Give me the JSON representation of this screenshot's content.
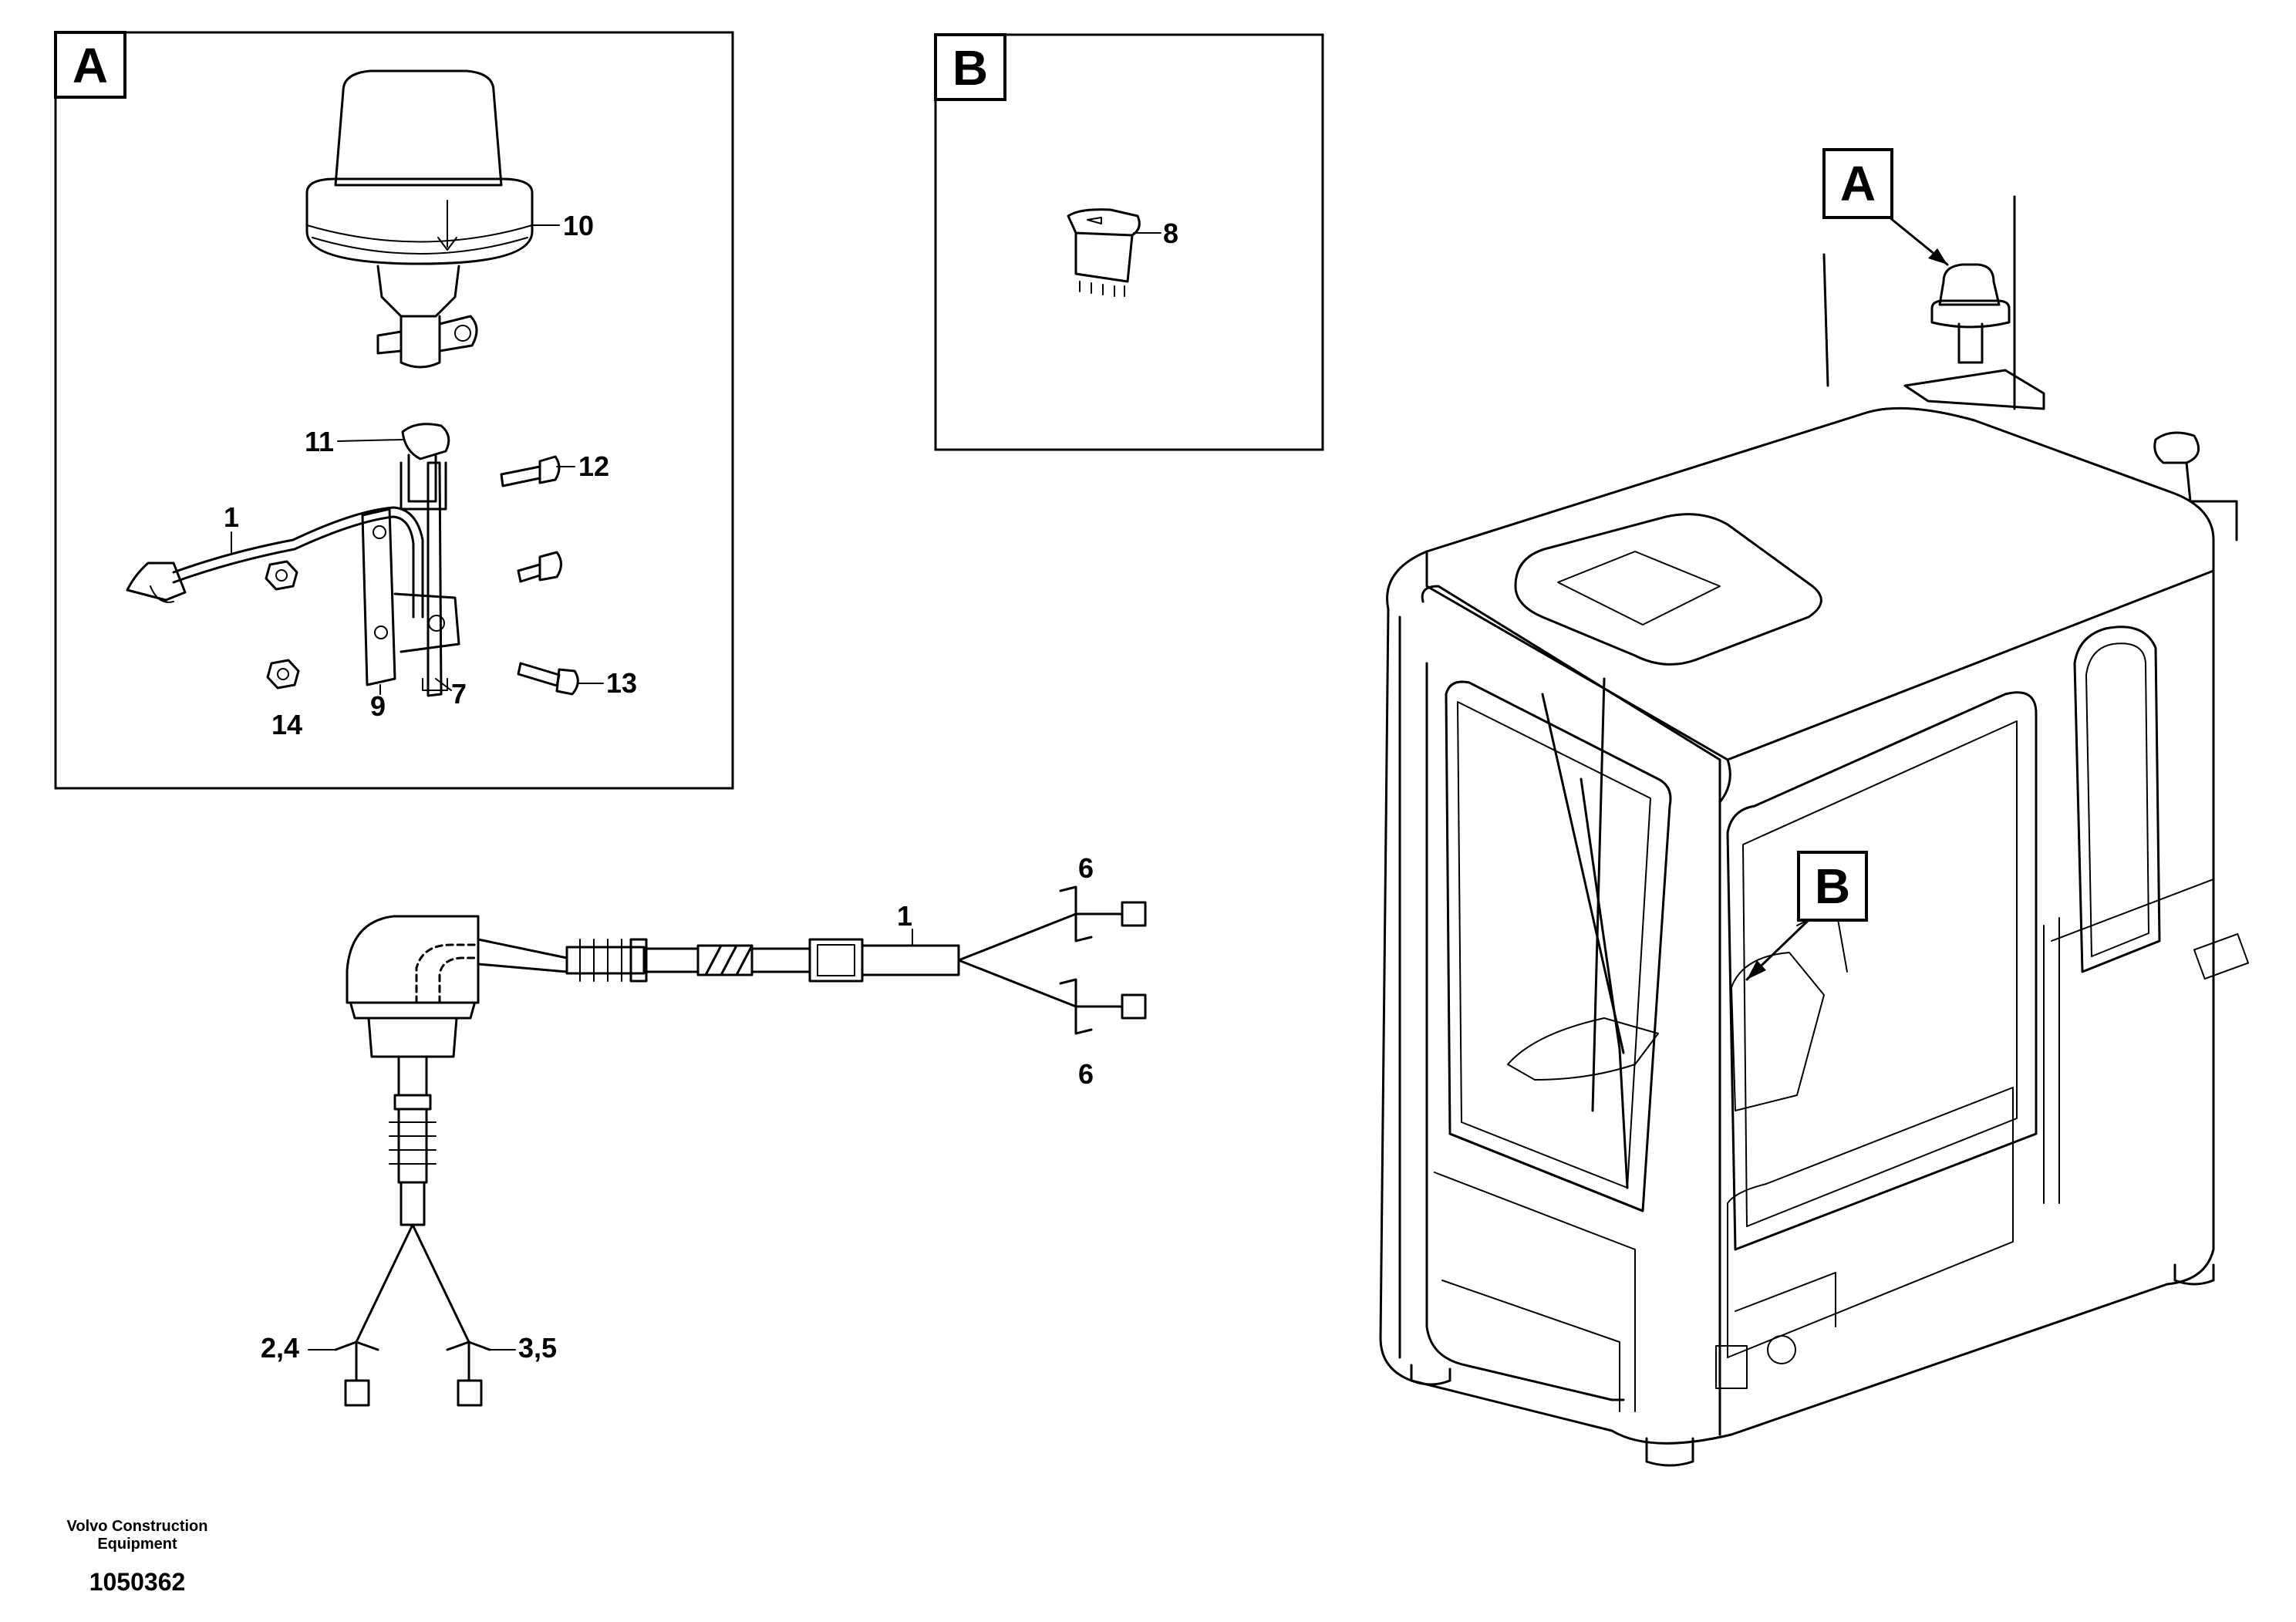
{
  "views": {
    "a": {
      "label": "A"
    },
    "b": {
      "label": "B"
    }
  },
  "cab_callouts": {
    "a": "A",
    "b": "B"
  },
  "part_numbers": {
    "p1_beacon": "1",
    "p7": "7",
    "p8": "8",
    "p9": "9",
    "p10": "10",
    "p11": "11",
    "p12": "12",
    "p13": "13",
    "p14": "14",
    "p1_harness": "1",
    "p6_top": "6",
    "p6_bottom": "6",
    "p24": "2,4",
    "p35": "3,5"
  },
  "footer": {
    "company_line1": "Volvo Construction",
    "company_line2": "Equipment",
    "document_number": "1050362"
  }
}
